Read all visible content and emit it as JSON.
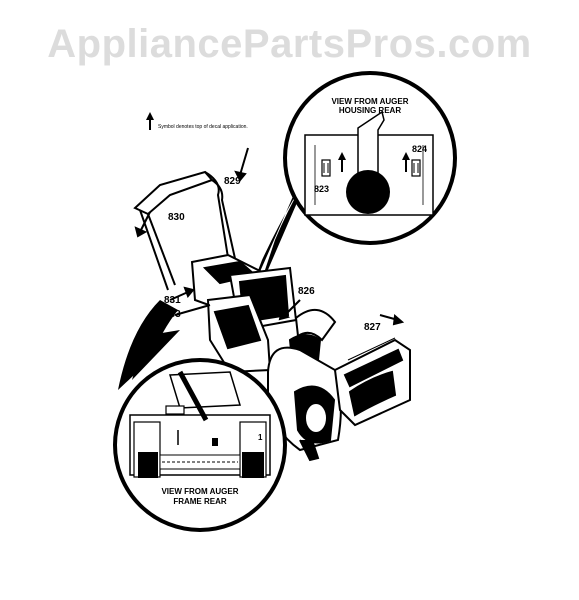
{
  "watermark": "AppliancePartsPros.com",
  "note": "Symbol denotes top of decal application.",
  "views": {
    "housing_rear": {
      "line1": "VIEW FROM AUGER",
      "line2": "HOUSING REAR"
    },
    "frame_rear": {
      "line1": "VIEW FROM AUGER",
      "line2": "FRAME REAR"
    }
  },
  "callouts": {
    "c829": "829",
    "c830": "830",
    "c831": "831",
    "c833": "833",
    "c826": "826",
    "c827": "827",
    "c823": "823",
    "c824": "824"
  },
  "decal_marks": {
    "one": "1"
  },
  "colors": {
    "ink": "#000000",
    "watermark": "#dcdcdc"
  }
}
